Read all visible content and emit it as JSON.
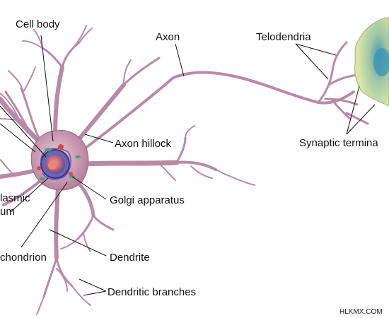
{
  "labels": {
    "cell_body": "Cell body",
    "axon": "Axon",
    "telodendria": "Telodendria",
    "axon_hillock": "Axon hillock",
    "synaptic_terminals": "Synaptic termina",
    "golgi_apparatus": "Golgi apparatus",
    "endoplasmic_reticulum_line1": "lasmic",
    "endoplasmic_reticulum_line2": "um",
    "mitochondrion": "chondrion",
    "dendrite": "Dendrite",
    "dendritic_branches": "Dendritic branches"
  },
  "watermark": "HLKMX.COM",
  "colors": {
    "membrane": "#b98aa4",
    "membrane_dark": "#9c6a86",
    "cytoplasm": "#d7b2c4",
    "nucleus_blue": "#3e3f93",
    "nucleus_core": "#e37b6b",
    "terminal_green": "#c9dd95",
    "terminal_blue": "#5aa6bf",
    "organelle_green": "#3da27b",
    "organelle_red": "#d84a4a"
  }
}
